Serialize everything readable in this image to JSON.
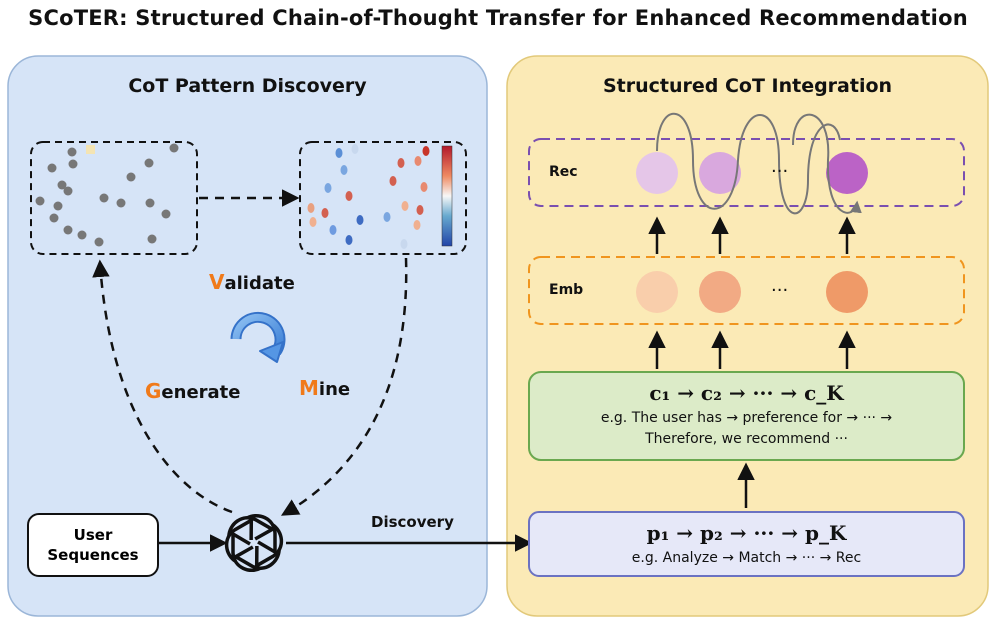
{
  "title": "SCoTER: Structured Chain-of-Thought Transfer for Enhanced Recommendation",
  "left_panel": {
    "title": "CoT Pattern Discovery",
    "validate": {
      "first": "V",
      "rest": "alidate"
    },
    "generate": {
      "first": "G",
      "rest": "enerate"
    },
    "mine": {
      "first": "M",
      "rest": "ine"
    },
    "user_sequences": {
      "line1": "User",
      "line2": "Sequences"
    },
    "discovery_label": "Discovery"
  },
  "right_panel": {
    "title": "Structured CoT Integration",
    "rec_label": "Rec",
    "emb_label": "Emb",
    "ellipsis": "···",
    "chain_c": {
      "formula": "c₁ → c₂ → ··· → c_K",
      "eg_line1": "e.g. The user has → preference for → ··· →",
      "eg_line2": "Therefore, we recommend ···"
    },
    "chain_p": {
      "formula": "p₁ → p₂ → ··· → p_K",
      "eg_line1": "e.g. Analyze → Match → ··· → Rec"
    }
  },
  "colors": {
    "left_panel_bg": "#d6e4f7",
    "right_panel_bg": "#fbeab6",
    "accent_orange": "#f07a1a",
    "rec_border": "#7a4fb0",
    "emb_border": "#f0951e",
    "chain_c_bg": "#dcebc8",
    "chain_p_bg": "#e6e8f8"
  }
}
